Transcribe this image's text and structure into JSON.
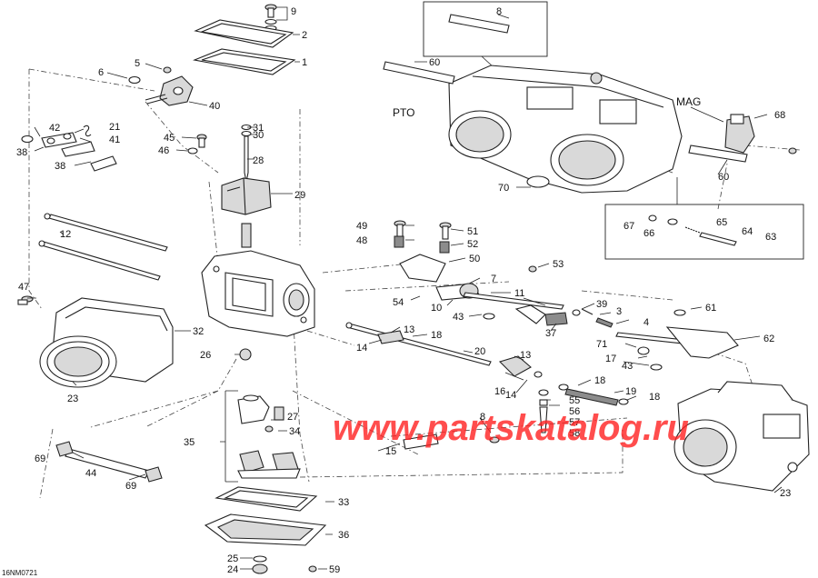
{
  "diagram": {
    "code": "16NM0721",
    "watermark": "www.partskatalog.ru",
    "side_labels": {
      "pto": "PTO",
      "mag": "MAG"
    },
    "callouts": {
      "c1": "1",
      "c2": "2",
      "c3": "3",
      "c4": "4",
      "c5": "5",
      "c6": "6",
      "c7": "7",
      "c8a": "8",
      "c8b": "8",
      "c9": "9",
      "c10": "10",
      "c11": "11",
      "c12": "12",
      "c13a": "13",
      "c13b": "13",
      "c14a": "14",
      "c14b": "14",
      "c15": "15",
      "c16": "16",
      "c17": "17",
      "c18a": "18",
      "c18b": "18",
      "c18c": "18",
      "c19": "19",
      "c20": "20",
      "c21": "21",
      "c23a": "23",
      "c23b": "23",
      "c24": "24",
      "c25": "25",
      "c26": "26",
      "c27": "27",
      "c28": "28",
      "c29": "29",
      "c30": "30",
      "c31": "31",
      "c32": "32",
      "c33": "33",
      "c34": "34",
      "c35": "35",
      "c36": "36",
      "c37": "37",
      "c38a": "38",
      "c38b": "38",
      "c39": "39",
      "c40": "40",
      "c41": "41",
      "c42": "42",
      "c43a": "43",
      "c43b": "43",
      "c44": "44",
      "c45": "45",
      "c46": "46",
      "c47": "47",
      "c48": "48",
      "c49": "49",
      "c50": "50",
      "c51": "51",
      "c52": "52",
      "c53": "53",
      "c54": "54",
      "c55": "55",
      "c56": "56",
      "c57": "57",
      "c58": "58",
      "c59": "59",
      "c60a": "60",
      "c60b": "60",
      "c61": "61",
      "c62": "62",
      "c63": "63",
      "c64": "64",
      "c65": "65",
      "c66": "66",
      "c67": "67",
      "c68": "68",
      "c69a": "69",
      "c69b": "69",
      "c70": "70",
      "c71": "71"
    }
  },
  "colors": {
    "watermark": "#ff2020",
    "line": "#222222",
    "shade": "#d9d9d9"
  }
}
